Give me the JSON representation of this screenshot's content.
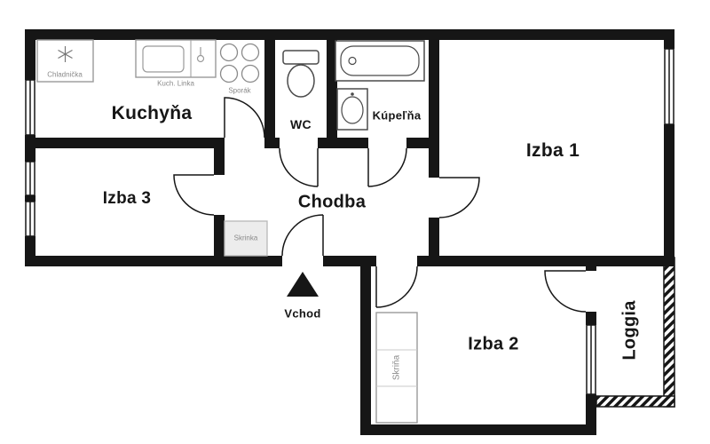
{
  "rooms": {
    "kitchen": "Kuchyňa",
    "room1": "Izba 1",
    "room2": "Izba 2",
    "room3": "Izba 3",
    "hallway": "Chodba",
    "wc": "WC",
    "bathroom": "Kúpeľňa",
    "loggia": "Loggia"
  },
  "fixtures": {
    "fridge": "Chladnička",
    "kitchen_unit": "Kuch. Linka",
    "stove": "Sporák",
    "cabinet": "Skrinka",
    "wardrobe": "Skriňa"
  },
  "entrance_label": "Vchod",
  "colors": {
    "wall": "#161616",
    "background": "#ffffff",
    "fixture_outline": "#9a9a9a",
    "small_label": "#8a8a8a"
  }
}
